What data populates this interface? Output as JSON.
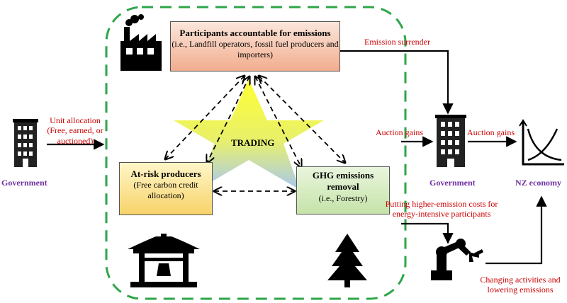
{
  "participants": {
    "title": "Participants accountable for emissions",
    "subtitle": "(i.e., Landfill operators, fossil fuel producers and importers)"
  },
  "at_risk": {
    "title": "At-risk producers",
    "subtitle": "(Free carbon credit allocation)"
  },
  "ghg_removal": {
    "title": "GHG emissions removal",
    "subtitle": "(i.e., Forestry)"
  },
  "trading_label": "TRADING",
  "government_left": "Government",
  "government_right": "Government",
  "nz_economy": "NZ economy",
  "unit_allocation": "Unit allocation (Free, earned, or auctioned)",
  "emission_surrender": "Emission surrender",
  "auction_gains_in": "Auction gains",
  "auction_gains_out": "Auction gains",
  "higher_costs": "Putting higher-emission costs for energy-intensive participants",
  "changing_activities": "Changing activities and lowering emissions",
  "icons": [
    "factory-icon",
    "building-icon",
    "economy-chart-icon",
    "pagoda-icon",
    "tree-icon",
    "robot-arm-icon",
    "star-icon"
  ],
  "colors": {
    "frame": "#2ea64a",
    "red_text": "#cc0000",
    "gov_text": "#7030a0",
    "star_top": "#ffff33",
    "star_bottom": "#a8c8f0"
  }
}
